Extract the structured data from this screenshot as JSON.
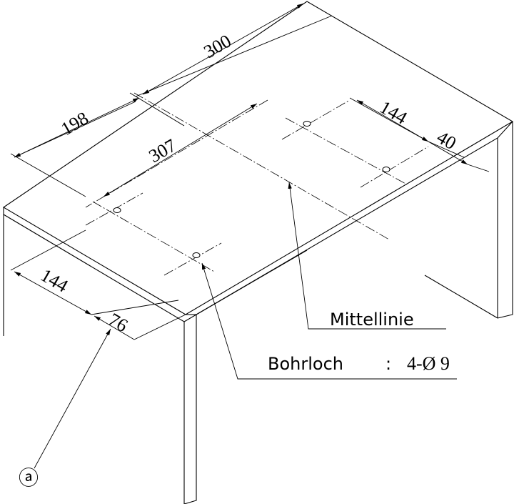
{
  "diagram": {
    "type": "isometric technical drawing of a table with drilling positions",
    "dimensions": {
      "overall_length": "300",
      "offset_left": "198",
      "hole_spacing_long": "307",
      "hole_spacing_back": "144",
      "edge_back": "40",
      "hole_spacing_front": "144",
      "edge_front": "76"
    },
    "labels": {
      "centerline": "Mittellinie",
      "drill_hole": "Bohrloch",
      "drill_separator": ":",
      "drill_spec": "4-Ø 9",
      "callout_a": "ⓐ"
    },
    "colors": {
      "line": "#000000",
      "background": "#ffffff"
    }
  }
}
